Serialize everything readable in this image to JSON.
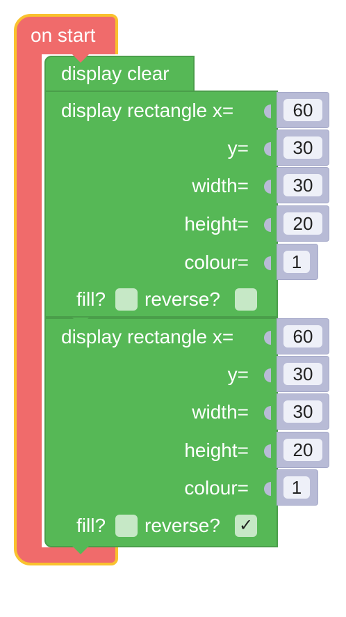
{
  "hat": {
    "title": "on start",
    "color": "#f06b6b",
    "border_color": "#f9c22e"
  },
  "clear_block": {
    "label": "display clear",
    "color": "#56b856"
  },
  "rect_blocks": [
    {
      "head_label": "display rectangle x=",
      "x_label": "display rectangle x=",
      "x_value": "60",
      "y_label": "y=",
      "y_value": "30",
      "width_label": "width=",
      "width_value": "30",
      "height_label": "height=",
      "height_value": "20",
      "colour_label": "colour=",
      "colour_value": "1",
      "fill_label": "fill?",
      "fill_checked": false,
      "fill_mark": "",
      "reverse_label": "reverse?",
      "reverse_checked": false,
      "reverse_mark": ""
    },
    {
      "head_label": "display rectangle x=",
      "x_label": "display rectangle x=",
      "x_value": "60",
      "y_label": "y=",
      "y_value": "30",
      "width_label": "width=",
      "width_value": "30",
      "height_label": "height=",
      "height_value": "20",
      "colour_label": "colour=",
      "colour_value": "1",
      "fill_label": "fill?",
      "fill_checked": false,
      "fill_mark": "",
      "reverse_label": "reverse?",
      "reverse_checked": true,
      "reverse_mark": "✓"
    }
  ],
  "number_block_color": "#b8bbd6"
}
